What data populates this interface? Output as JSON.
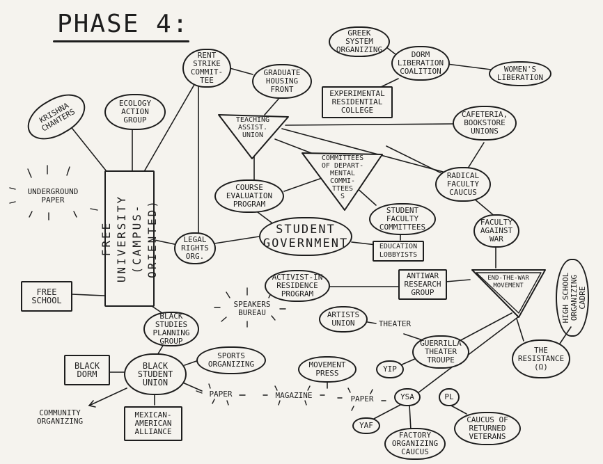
{
  "title": "PHASE 4:",
  "nodes": {
    "krishna": "KRISHNA\nCHANTERS",
    "ecology": "ECOLOGY\nACTION\nGROUP",
    "rent_strike": "RENT\nSTRIKE\nCOMMIT-\nTEE",
    "grad_housing": "GRADUATE\nHOUSING\nFRONT",
    "greek": "GREEK\nSYSTEM\nORGANIZING",
    "dorm_lib": "DORM\nLIBERATION\nCOALITION",
    "womens_lib": "WOMEN'S\nLIBERATION",
    "experimental": "EXPERIMENTAL\nRESIDENTIAL\nCOLLEGE",
    "teaching": "TEACHING\nASSIST.\nUNION",
    "cafeteria": "CAFETERIA,\nBOOKSTORE\nUNIONS",
    "dept_comm": "COMMITTEES\nOF DEPART-\nMENTAL\nCOMMI-\nTTEES\nS",
    "underground": "UNDERGROUND\nPAPER",
    "free_univ": "FREE UNIVERSITY\n(CAMPUS-ORIENTED)",
    "course_eval": "COURSE\nEVALUATION\nPROGRAM",
    "radical_fac": "RADICAL\nFACULTY\nCAUCUS",
    "student_fac": "STUDENT\nFACULTY\nCOMMITTEES",
    "student_gov": "STUDENT\nGOVERNMENT",
    "faculty_war": "FACULTY\nAGAINST\nWAR",
    "legal": "LEGAL\nRIGHTS\nORG.",
    "edu_lobby": "EDUCATION\nLOBBYISTS",
    "activist": "ACTIVIST-IN\nRESIDENCE\nPROGRAM",
    "antiwar_research": "ANTIWAR\nRESEARCH\nGROUP",
    "end_war": "END-THE-WAR\nMOVEMENT",
    "high_school": "HIGH SCHOOL\nORGANIZING\nCADRE",
    "free_school": "FREE\nSCHOOL",
    "speakers": "SPEAKERS\nBUREAU",
    "artists": "ARTISTS\nUNION",
    "theater": "THEATER",
    "black_studies": "BLACK\nSTUDIES\nPLANNING\nGROUP",
    "sports": "SPORTS\nORGANIZING",
    "guerrilla": "GUERRILLA\nTHEATER\nTROUPE",
    "resistance": "THE\nRESISTANCE\n(Ω)",
    "black_dorm": "BLACK\nDORM",
    "black_union": "BLACK\nSTUDENT\nUNION",
    "movement_press": "MOVEMENT\nPRESS",
    "yip": "YIP",
    "paper_1": "PAPER",
    "magazine": "MAGAZINE",
    "paper_2": "PAPER",
    "ysa": "YSA",
    "pl": "PL",
    "community": "COMMUNITY\nORGANIZING",
    "mexican": "MEXICAN-\nAMERICAN\nALLIANCE",
    "yaf": "YAF",
    "factory": "FACTORY\nORGANIZING\nCAUCUS",
    "veterans": "CAUCUS OF\nRETURNED\nVETERANS"
  }
}
